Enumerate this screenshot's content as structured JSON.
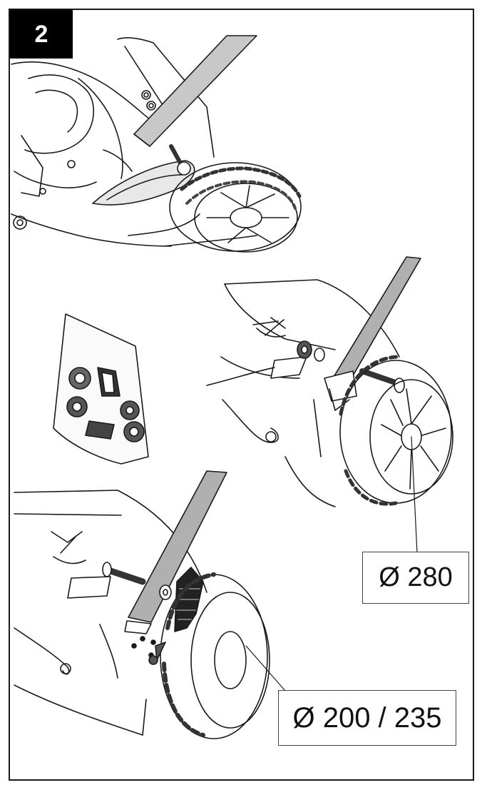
{
  "step": {
    "number": "2"
  },
  "labels": {
    "large_wheel_diameter": "Ø 280",
    "small_wheel_diameter": "Ø 200 / 235"
  },
  "colors": {
    "line": "#1a1a1a",
    "shade": "#888888",
    "fill_dark": "#333333",
    "background": "#ffffff"
  }
}
